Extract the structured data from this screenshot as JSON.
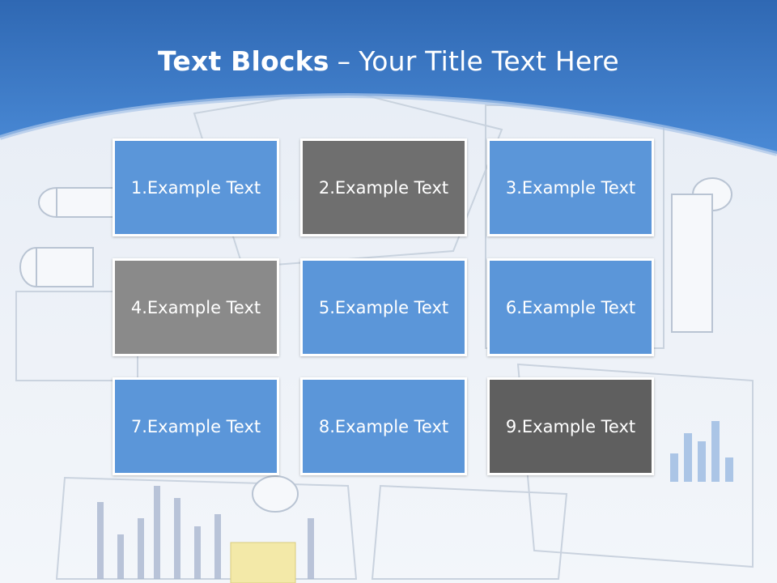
{
  "title": {
    "bold": "Text Blocks",
    "separator": "–",
    "rest": "Your Title Text Here"
  },
  "colors": {
    "header_blue": "#3d7cc9",
    "block_blue": "#5b96d9",
    "block_gray": "#8a8a8a",
    "block_dark_gray": "#6d6d6d",
    "block_darker_gray": "#5f5f5f"
  },
  "blocks": [
    {
      "label": "1.Example Text",
      "color": "#5b96d9"
    },
    {
      "label": "2.Example Text",
      "color": "#6f6f6f"
    },
    {
      "label": "3.Example Text",
      "color": "#5b96d9"
    },
    {
      "label": "4.Example Text",
      "color": "#8a8a8a"
    },
    {
      "label": "5.Example Text",
      "color": "#5b96d9"
    },
    {
      "label": "6.Example Text",
      "color": "#5b96d9"
    },
    {
      "label": "7.Example Text",
      "color": "#5b96d9"
    },
    {
      "label": "8.Example Text",
      "color": "#5b96d9"
    },
    {
      "label": "9.Example Text",
      "color": "#5f5f5f"
    }
  ]
}
